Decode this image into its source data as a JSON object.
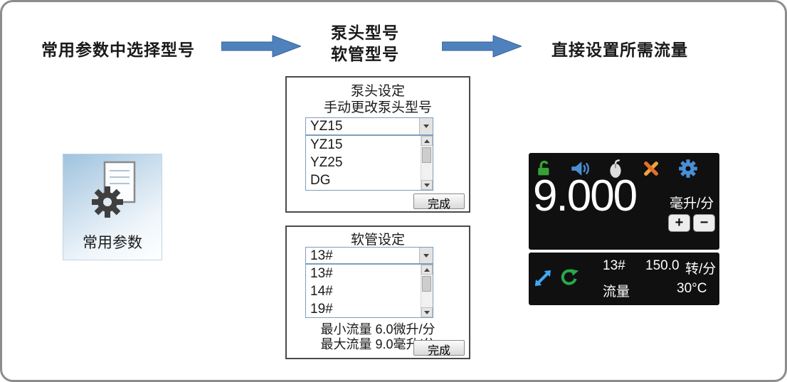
{
  "flow": {
    "step1": "常用参数中选择型号",
    "step2_line1": "泵头型号",
    "step2_line2": "软管型号",
    "step3": "直接设置所需流量"
  },
  "params": {
    "label": "常用参数"
  },
  "pump_dialog": {
    "title": "泵头设定",
    "subtitle": "手动更改泵头型号",
    "selected": "YZ15",
    "options": [
      "YZ15",
      "YZ25",
      "DG"
    ],
    "done_label": "完成"
  },
  "tube_dialog": {
    "title": "软管设定",
    "selected": "13#",
    "options": [
      "13#",
      "14#",
      "19#"
    ],
    "min_flow": "最小流量 6.0微升/分",
    "max_flow": "最大流量 9.0毫升/分",
    "done_label": "完成"
  },
  "display": {
    "flow_value": "9.000",
    "flow_unit": "毫升/分",
    "plus_label": "+",
    "minus_label": "−",
    "tube_size": "13#",
    "flow_label": "流量",
    "speed_value": "150.0",
    "speed_unit": "转/分",
    "temp": "30°C"
  },
  "icons": {
    "unlock": "open-padlock-green",
    "horn": "alarm-horn-blue",
    "mouse": "mouse-gray",
    "tools": "crossed-tools-orange",
    "gear": "settings-gear-blue",
    "direction": "double-arrow-blue",
    "rotate": "circular-arrow-green"
  },
  "colors": {
    "arrow_blue": "#4f81bd",
    "screen_bg": "#101010",
    "green": "#36a136",
    "icon_blue": "#4a8fd4",
    "orange": "#ef8f2e"
  }
}
